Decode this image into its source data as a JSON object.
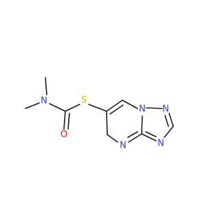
{
  "atoms": {
    "n_amide": {
      "label": "N",
      "color": "#3333ff"
    },
    "o_carbonyl": {
      "label": "O",
      "color": "#ff0d0d"
    },
    "s_thio": {
      "label": "S",
      "color": "#c8c800"
    },
    "n_bridge": {
      "label": "N",
      "color": "#3333ff"
    },
    "n_triazole_2": {
      "label": "N",
      "color": "#3333ff"
    },
    "n_triazole_4": {
      "label": "N",
      "color": "#3333ff"
    },
    "n_pyrimidine": {
      "label": "N",
      "color": "#3333ff"
    }
  },
  "bond_color": "#1a1a1a"
}
